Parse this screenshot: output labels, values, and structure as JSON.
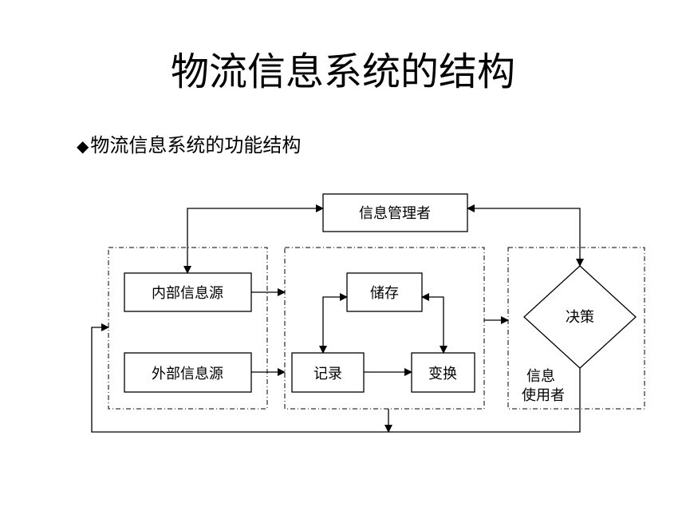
{
  "slide": {
    "title": "物流信息系统的结构",
    "bullet": "◆",
    "subtitle": "物流信息系统的功能结构"
  },
  "diagram": {
    "manager": "信息管理者",
    "internal_source": "内部信息源",
    "external_source": "外部信息源",
    "storage": "储存",
    "record": "记录",
    "transform": "变换",
    "decision": "决策",
    "user_line1": "信息",
    "user_line2": "使用者"
  }
}
